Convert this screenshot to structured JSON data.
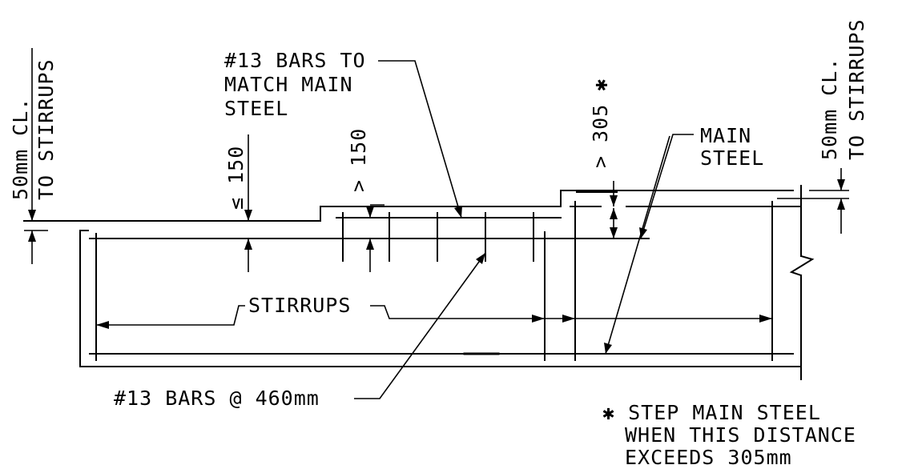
{
  "labels": {
    "cl_left_1": "50mm CL.",
    "cl_left_2": "TO STIRRUPS",
    "cl_right_1": "50mm CL.",
    "cl_right_2": "TO STIRRUPS",
    "bars_match_1": "#13 BARS TO",
    "bars_match_2": "MATCH MAIN",
    "bars_match_3": "STEEL",
    "le150": "≤ 150",
    "gt150": "> 150",
    "gt305": "> 305 ✱",
    "main_steel_1": "MAIN",
    "main_steel_2": "STEEL",
    "stirrups": "STIRRUPS",
    "bars_spacing": "#13 BARS @ 460mm",
    "note_1": "✱ STEP MAIN STEEL",
    "note_2": "WHEN THIS DISTANCE",
    "note_3": "EXCEEDS 305mm"
  }
}
